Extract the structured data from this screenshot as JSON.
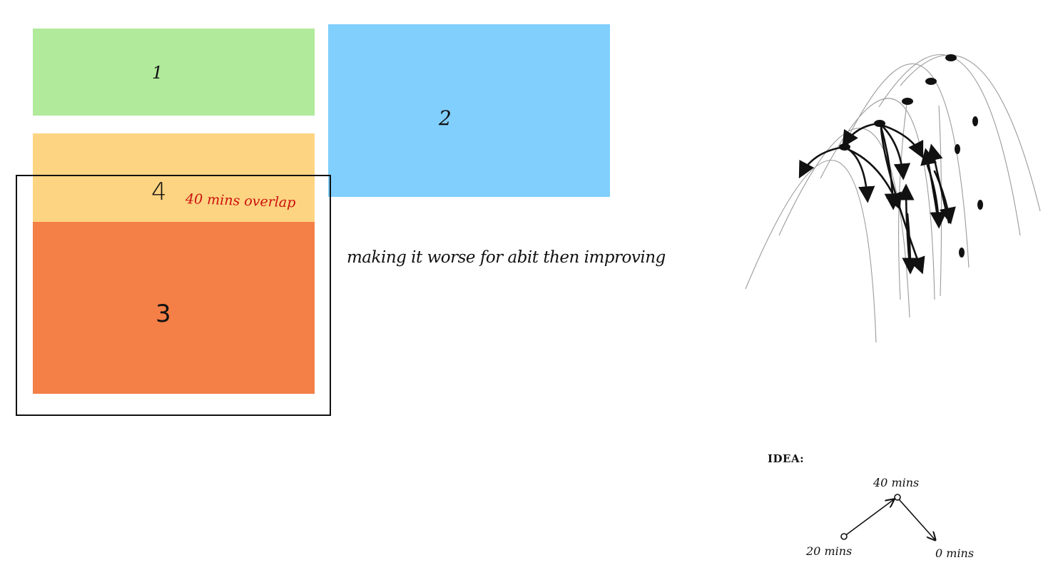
{
  "colors": {
    "block_1": "#b0ea9a",
    "block_2": "#80cffd",
    "block_4": "#fdd481",
    "block_3": "#f47f47",
    "ink": "#111111",
    "red_ink": "#cc0f0f",
    "curve_gray": "#9a9a9a"
  },
  "blocks": {
    "b1": "1",
    "b2": "2",
    "b3": "3",
    "b4": "4"
  },
  "notes": {
    "overlap": "40 mins overlap",
    "worse": "making it worse for abit then improving"
  },
  "idea": {
    "title": "IDEA:",
    "top": "40 mins",
    "left": "20 mins",
    "right": "0 mins"
  }
}
